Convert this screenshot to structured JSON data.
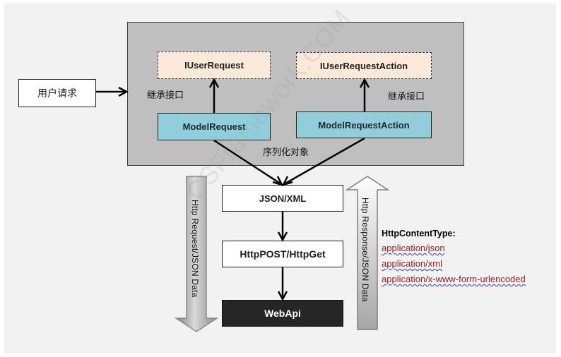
{
  "diagram": {
    "user_request": "用户请求",
    "interfaces": {
      "left": "IUserRequest",
      "right": "IUserRequestAction"
    },
    "models": {
      "left": "ModelRequest",
      "right": "ModelRequestAction"
    },
    "inherit_label_left": "继承接口",
    "inherit_label_right": "继承接口",
    "serialize_label": "序列化对象",
    "pipeline": [
      "JSON/XML",
      "HttpPOST/HttpGet",
      "WebApi"
    ],
    "request_arrow_label": "Http Request/JSON  Data",
    "response_arrow_label": "Http Response/JSON  Data",
    "content_type": {
      "title": "HttpContentType:",
      "items": [
        "application/json",
        "application/xml",
        "application/x-www-form-urlencoded"
      ]
    },
    "watermark": "CSFramework.COM",
    "colors": {
      "interface_fill": "#fde9d9",
      "model_fill": "#92cddc",
      "group_fill": "#bfbfbf",
      "webapi_fill": "#262626",
      "content_type_text": "#9b1c1c"
    }
  }
}
